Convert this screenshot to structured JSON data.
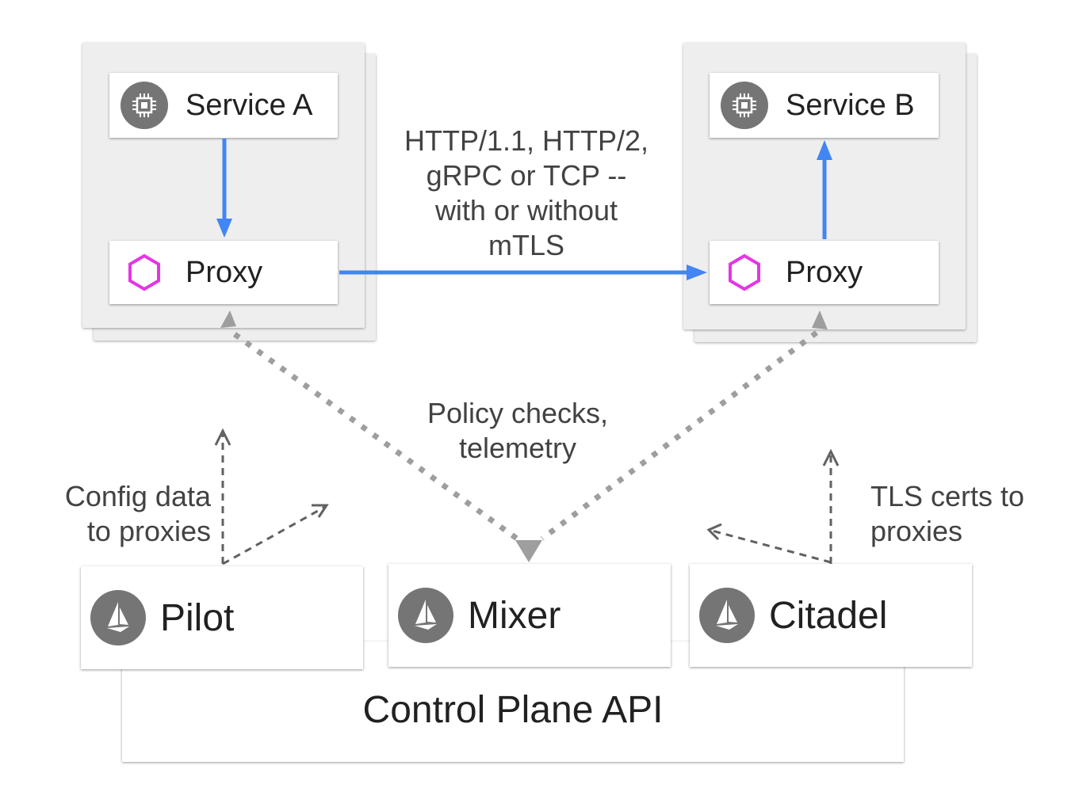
{
  "services": {
    "service_a": {
      "label": "Service A",
      "icon": "chip-icon"
    },
    "service_b": {
      "label": "Service B",
      "icon": "chip-icon"
    }
  },
  "proxies": {
    "proxy_a": {
      "label": "Proxy",
      "icon": "hexagon-icon"
    },
    "proxy_b": {
      "label": "Proxy",
      "icon": "hexagon-icon"
    }
  },
  "control_plane": {
    "title": "Control Plane API",
    "pilot": {
      "label": "Pilot",
      "icon": "sail-icon"
    },
    "mixer": {
      "label": "Mixer",
      "icon": "sail-icon"
    },
    "citadel": {
      "label": "Citadel",
      "icon": "sail-icon"
    }
  },
  "annotations": {
    "transport": [
      "HTTP/1.1, HTTP/2,",
      "gRPC or TCP --",
      "with or without",
      "mTLS"
    ],
    "policy": [
      "Policy checks,",
      "telemetry"
    ],
    "config": [
      "Config data",
      "to proxies"
    ],
    "tls": [
      "TLS certs to",
      "proxies"
    ]
  },
  "colors": {
    "flow_arrow": "#4285f4",
    "dotted_arrow": "#9e9e9e",
    "dashed_arrow": "#616161",
    "hexagon": "#e535e5",
    "icon_circle": "#757575",
    "pod_background": "#eeeeee"
  }
}
